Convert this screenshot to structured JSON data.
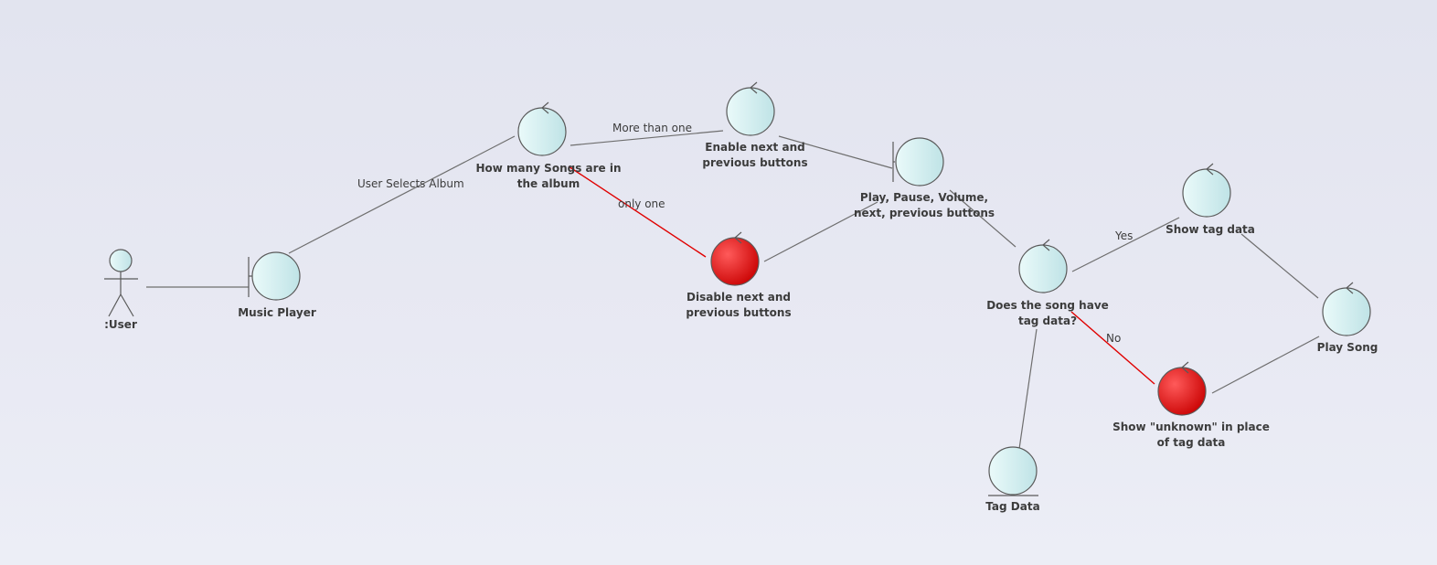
{
  "colors": {
    "node_fill_light": "#eafafa",
    "node_fill_dark": "#bfe3e6",
    "alert_fill_light": "#ff5a5a",
    "alert_fill_dark": "#c80000",
    "stroke": "#5a5a5a",
    "edge": "#6e6e6e",
    "alert_edge": "#e00000"
  },
  "nodes": {
    "user": {
      "label": ":User",
      "kind": "actor"
    },
    "music_player": {
      "label": "Music Player",
      "kind": "boundary"
    },
    "how_many": {
      "label": "How many Songs are in the album",
      "kind": "control"
    },
    "enable": {
      "label": "Enable next and previous buttons",
      "kind": "control"
    },
    "disable": {
      "label": "Disable next and previous buttons",
      "kind": "control",
      "alert": true
    },
    "play_controls": {
      "label": "Play, Pause, Volume, next, previous buttons",
      "kind": "boundary"
    },
    "tag_check": {
      "label": "Does the song have tag data?",
      "kind": "control"
    },
    "show_tag": {
      "label": "Show tag data",
      "kind": "control"
    },
    "play_song": {
      "label": "Play Song",
      "kind": "control"
    },
    "unknown": {
      "label": "Show \"unknown\" in place of tag data",
      "kind": "control",
      "alert": true
    },
    "tag_data": {
      "label": "Tag Data",
      "kind": "entity"
    }
  },
  "edges": {
    "user_player": {
      "label": ""
    },
    "player_howmany": {
      "label": "User Selects Album"
    },
    "howmany_enable": {
      "label": "More than one"
    },
    "howmany_disable": {
      "label": "only one",
      "alert": true
    },
    "enable_controls": {
      "label": ""
    },
    "disable_controls": {
      "label": ""
    },
    "controls_tag": {
      "label": ""
    },
    "tag_show": {
      "label": "Yes"
    },
    "tag_unknown": {
      "label": "No",
      "alert": true
    },
    "tag_tagdata": {
      "label": ""
    },
    "show_play": {
      "label": ""
    },
    "unknown_play": {
      "label": ""
    }
  }
}
